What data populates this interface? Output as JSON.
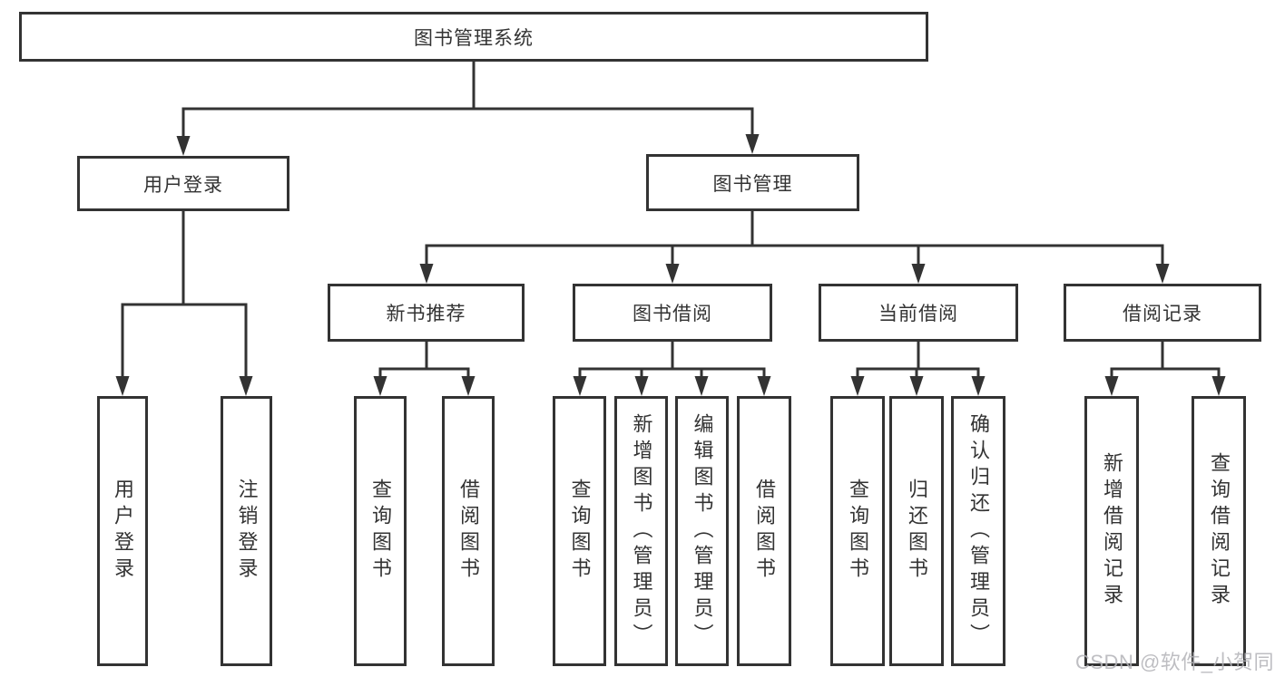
{
  "diagram": {
    "title": "图书管理系统",
    "watermark": "CSDN @软件_小贺同学",
    "colors": {
      "line": "#333333",
      "text": "#333333",
      "background": "#ffffff",
      "watermark": "#b3b3b8"
    },
    "nodes": {
      "root": {
        "label": "图书管理系统"
      },
      "userLogin": {
        "label": "用户登录"
      },
      "bookMgmt": {
        "label": "图书管理"
      },
      "newBookRec": {
        "label": "新书推荐"
      },
      "bookBorrow": {
        "label": "图书借阅"
      },
      "currentBorrow": {
        "label": "当前借阅"
      },
      "borrowRecords": {
        "label": "借阅记录"
      },
      "leafUserLogin": {
        "label": "用户登录"
      },
      "leafLogout": {
        "label": "注销登录"
      },
      "recQueryBooks": {
        "label": "查询图书"
      },
      "recBorrowBooks": {
        "label": "借阅图书"
      },
      "bbQueryBooks": {
        "label": "查询图书"
      },
      "bbAddBooks": {
        "label": "新增图书（管理员）"
      },
      "bbEditBooks": {
        "label": "编辑图书（管理员）"
      },
      "bbBorrowBooks": {
        "label": "借阅图书"
      },
      "cbQueryBooks": {
        "label": "查询图书"
      },
      "cbReturnBooks": {
        "label": "归还图书"
      },
      "cbConfirmReturn": {
        "label": "确认归还（管理员）"
      },
      "brAddRecord": {
        "label": "新增借阅记录"
      },
      "brQueryRecord": {
        "label": "查询借阅记录"
      }
    }
  }
}
